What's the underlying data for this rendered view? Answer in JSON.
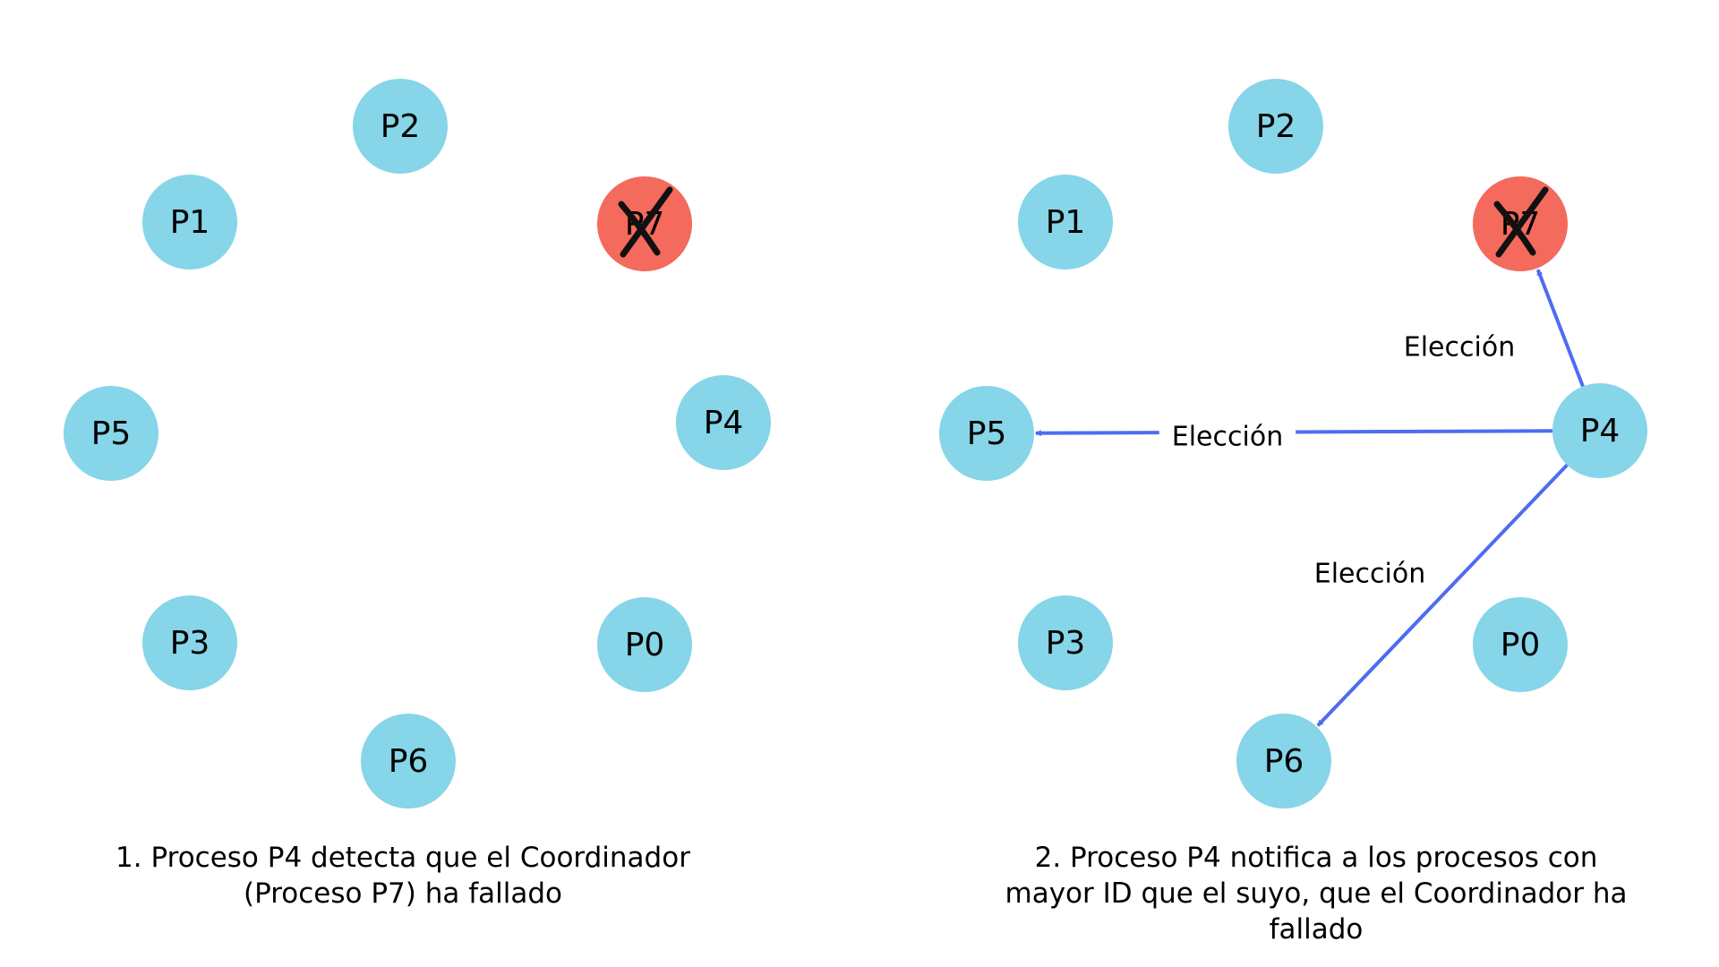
{
  "colors": {
    "node": "#86D5E8",
    "failed_node": "#F46A5C",
    "arrow": "#4F6CF0",
    "text": "#000000"
  },
  "panels": [
    {
      "nodes": [
        {
          "label": "P2",
          "status": "ok"
        },
        {
          "label": "P1",
          "status": "ok"
        },
        {
          "label": "P7",
          "status": "failed",
          "icon": "cross-mark-icon"
        },
        {
          "label": "P5",
          "status": "ok"
        },
        {
          "label": "P4",
          "status": "ok"
        },
        {
          "label": "P3",
          "status": "ok"
        },
        {
          "label": "P0",
          "status": "ok"
        },
        {
          "label": "P6",
          "status": "ok"
        }
      ],
      "edges": [],
      "caption_lines": [
        "1.  Proceso P4 detecta que el Coordinador",
        "(Proceso P7) ha fallado"
      ]
    },
    {
      "nodes": [
        {
          "label": "P2",
          "status": "ok"
        },
        {
          "label": "P1",
          "status": "ok"
        },
        {
          "label": "P7",
          "status": "failed",
          "icon": "cross-mark-icon"
        },
        {
          "label": "P5",
          "status": "ok"
        },
        {
          "label": "P4",
          "status": "ok"
        },
        {
          "label": "P3",
          "status": "ok"
        },
        {
          "label": "P0",
          "status": "ok"
        },
        {
          "label": "P6",
          "status": "ok"
        }
      ],
      "edges": [
        {
          "from": "P4",
          "to": "P7",
          "label": "Elección"
        },
        {
          "from": "P4",
          "to": "P5",
          "label": "Elección"
        },
        {
          "from": "P4",
          "to": "P6",
          "label": "Elección"
        }
      ],
      "caption_lines": [
        "2. Proceso P4 notifica a los procesos con",
        "mayor ID que el suyo, que el Coordinador ha",
        "fallado"
      ]
    }
  ]
}
